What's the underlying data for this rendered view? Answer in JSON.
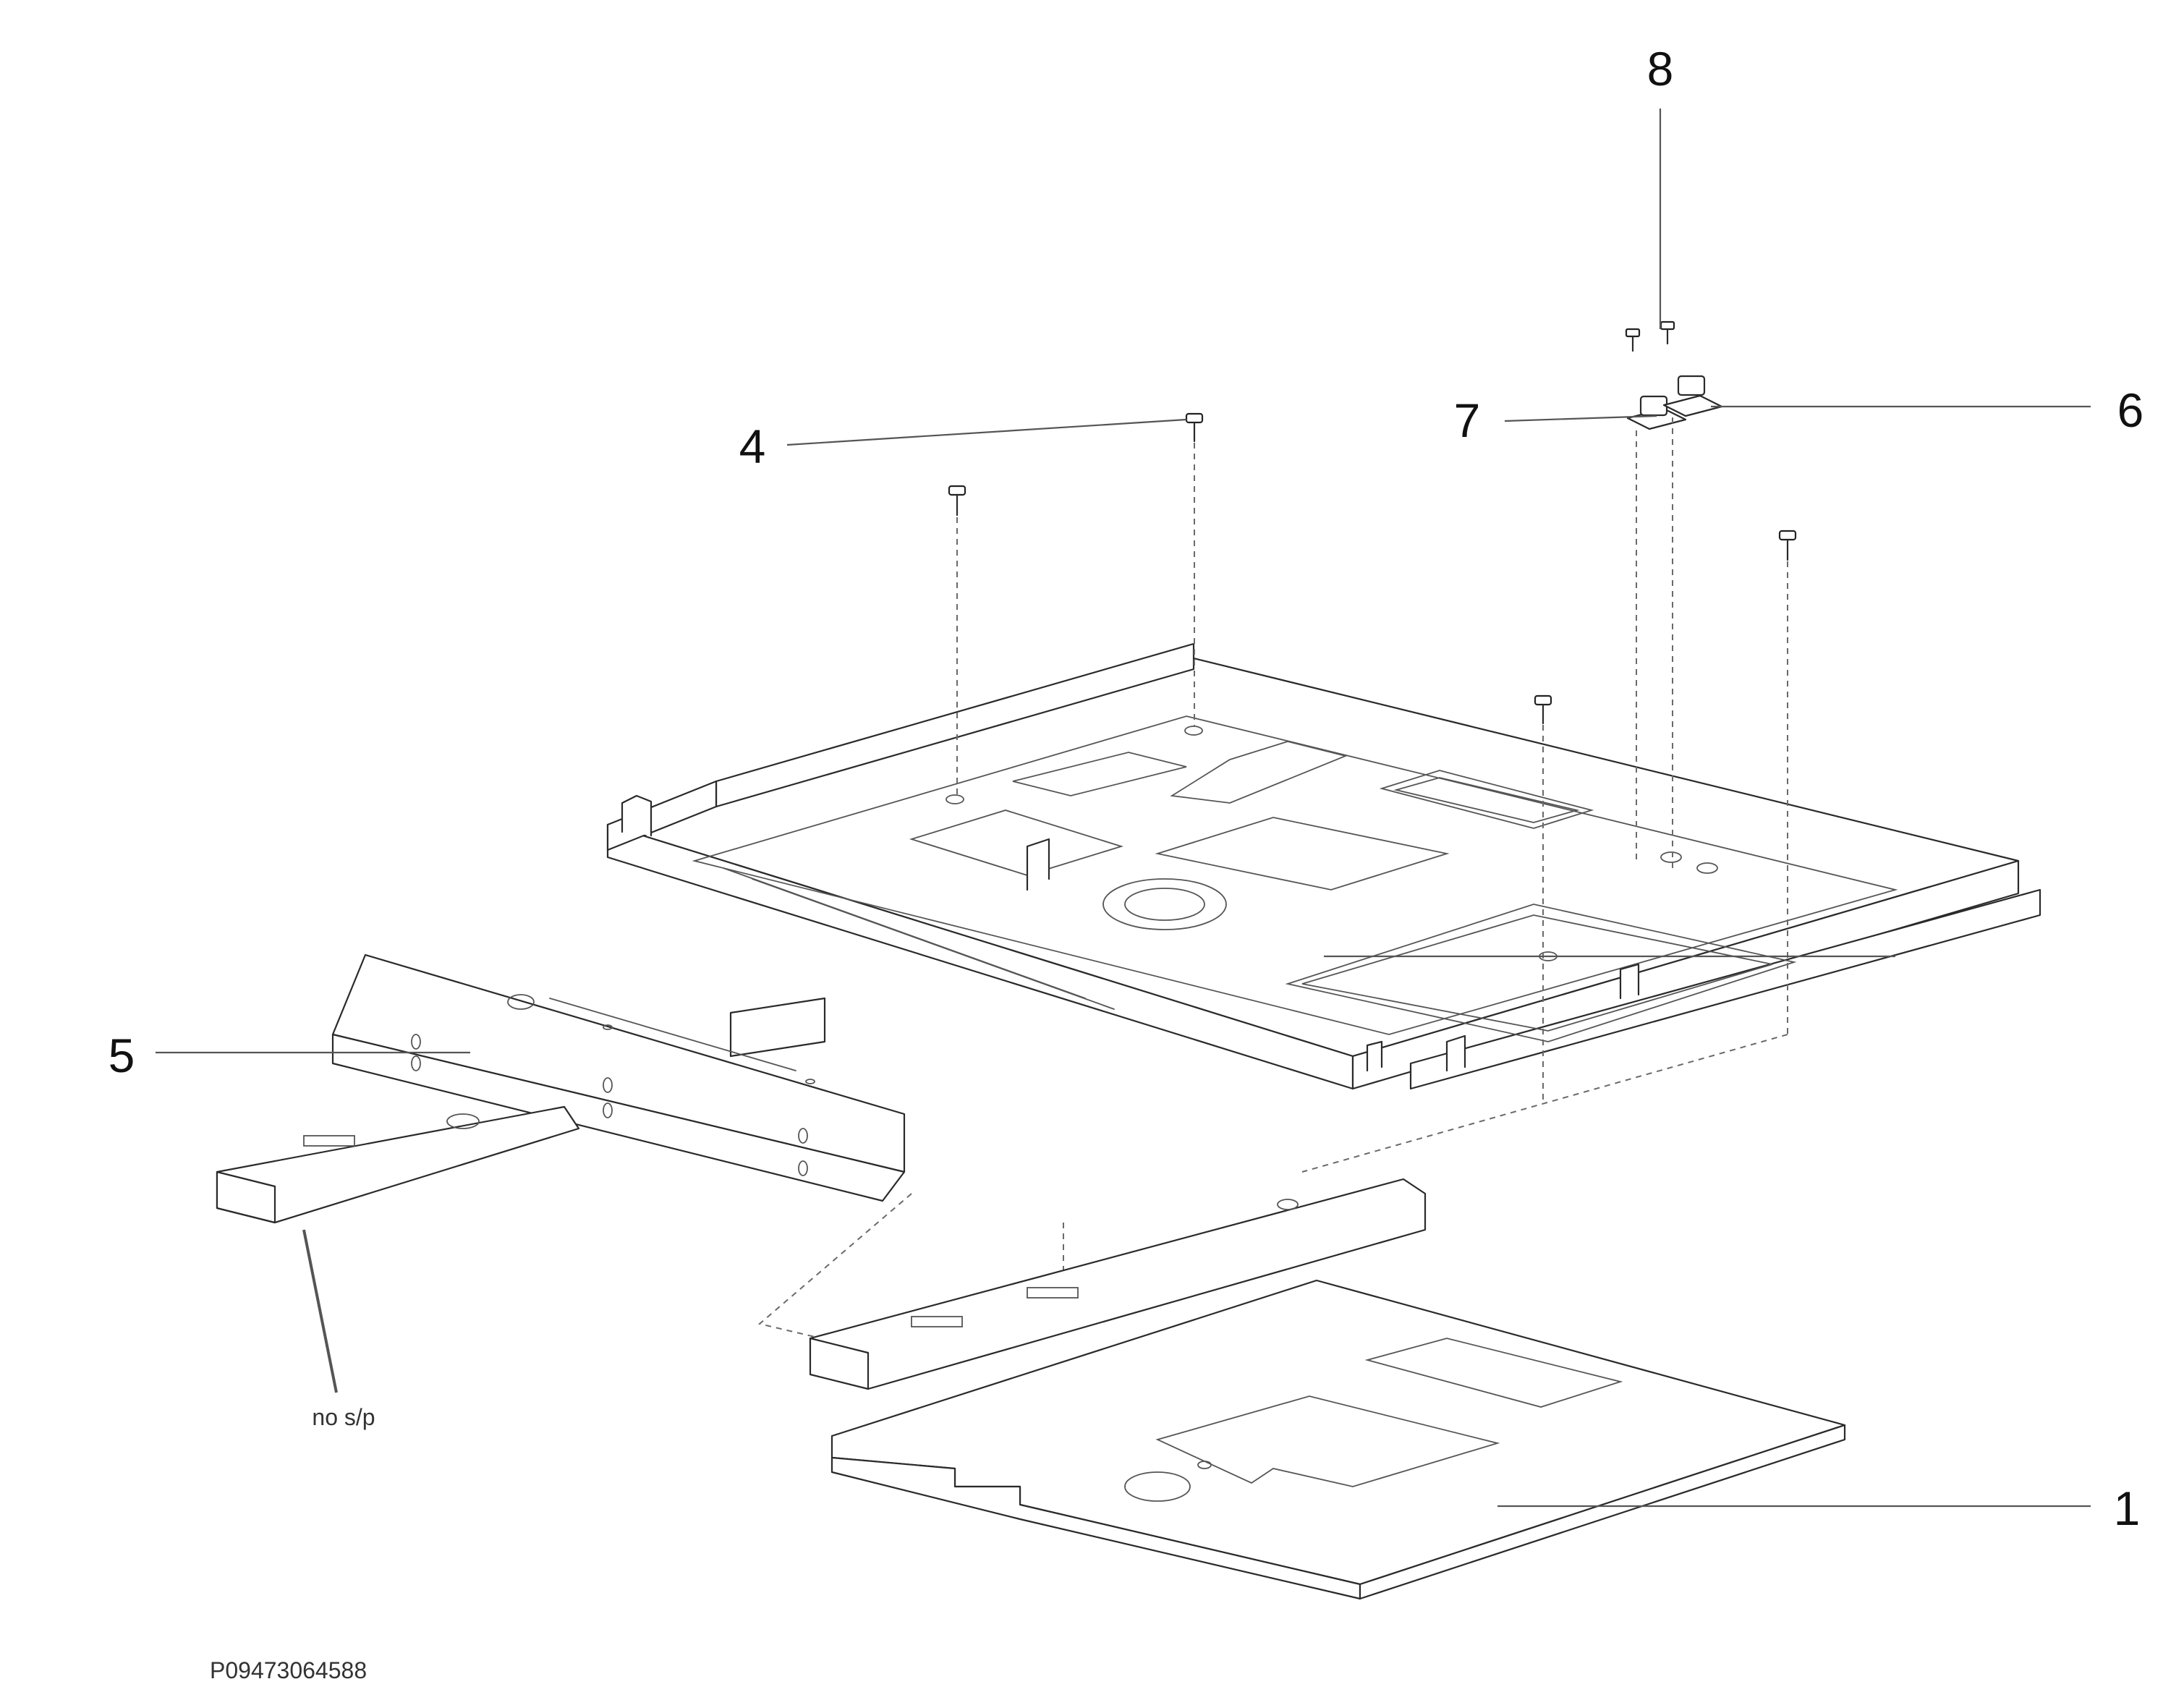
{
  "callouts": {
    "c1": "1",
    "c4": "4",
    "c5": "5",
    "c6": "6",
    "c7": "7",
    "c8": "8"
  },
  "notes": {
    "no_sp": "no s/p"
  },
  "drawing_code": "P09473064588"
}
